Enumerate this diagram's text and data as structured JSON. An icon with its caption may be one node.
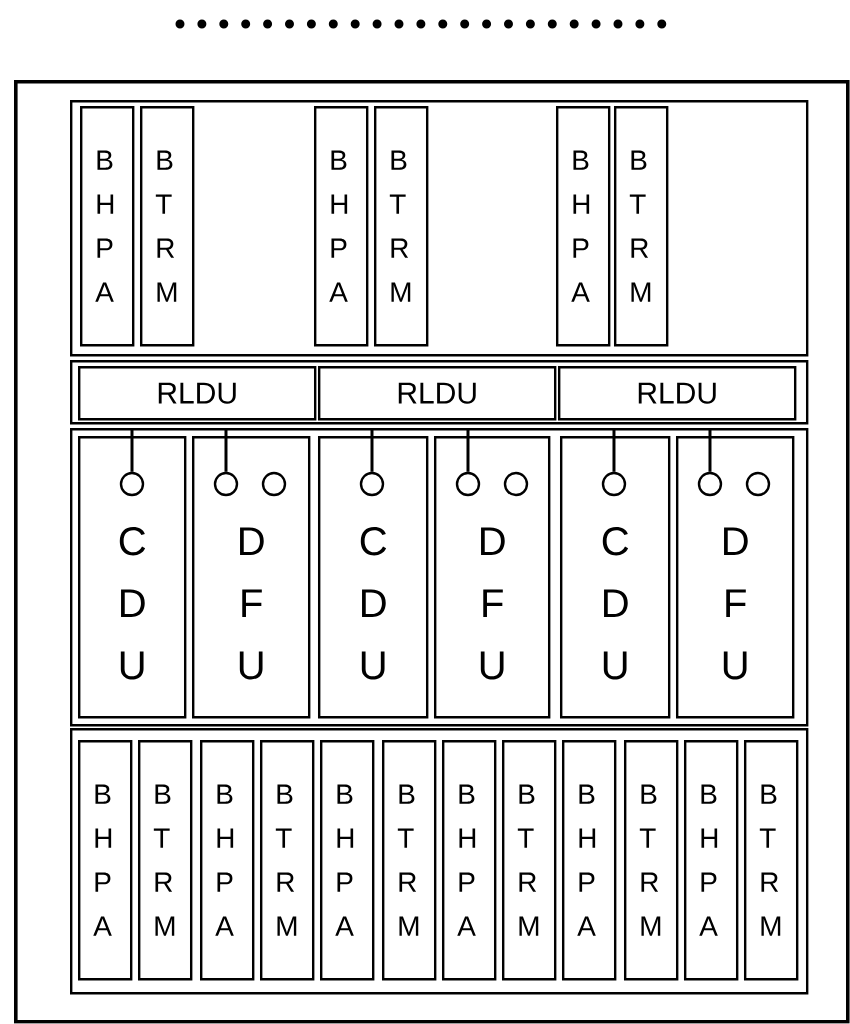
{
  "diagram": {
    "nodes": [
      {
        "text": [],
        "shape": "box"
      },
      {
        "text": [],
        "shape": "box",
        "in": 0
      },
      {
        "text": [
          "B H P A"
        ],
        "in": 1
      },
      {
        "text": [
          "B T R M"
        ],
        "in": 1
      },
      {
        "text": [
          "B H P A"
        ],
        "in": 1
      },
      {
        "text": [
          "B T R M"
        ],
        "in": 1
      },
      {
        "text": [
          "B H P A"
        ],
        "in": 1
      },
      {
        "text": [
          "B T R M"
        ],
        "in": 1
      },
      {
        "text": [],
        "shape": "box",
        "in": 0
      },
      {
        "text": [
          "RLDU"
        ],
        "in": 8
      },
      {
        "text": [
          "RLDU"
        ],
        "in": 8
      },
      {
        "text": [
          "RLDU"
        ],
        "in": 8
      },
      {
        "text": [],
        "shape": "box",
        "in": 0
      },
      {
        "text": [
          "C D U"
        ],
        "in": 12
      },
      {
        "text": [
          "D F U"
        ],
        "in": 12
      },
      {
        "text": [
          "C D U"
        ],
        "in": 12
      },
      {
        "text": [
          "D F U"
        ],
        "in": 12
      },
      {
        "text": [
          "C D U"
        ],
        "in": 12
      },
      {
        "text": [
          "D F U"
        ],
        "in": 12
      },
      {
        "text": [],
        "shape": "box",
        "in": 0
      },
      {
        "text": [
          "B H P A"
        ],
        "in": 19
      },
      {
        "text": [
          "B T R M"
        ],
        "in": 19
      },
      {
        "text": [
          "B H P A"
        ],
        "in": 19
      },
      {
        "text": [
          "B T R M"
        ],
        "in": 19
      },
      {
        "text": [
          "B H P A"
        ],
        "in": 19
      },
      {
        "text": [
          "B T R M"
        ],
        "in": 19
      },
      {
        "text": [
          "B H P A"
        ],
        "in": 19
      },
      {
        "text": [
          "B T R M"
        ],
        "in": 19
      },
      {
        "text": [
          "B H P A"
        ],
        "in": 19
      },
      {
        "text": [
          "B T R M"
        ],
        "in": 19
      },
      {
        "text": [
          "B H P A"
        ],
        "in": 19
      },
      {
        "text": [
          "B T R M"
        ],
        "in": 19
      },
      {
        "text": [],
        "shape": "circle",
        "in": 13
      },
      {
        "text": [],
        "shape": "circle",
        "in": 14
      },
      {
        "text": [],
        "shape": "circle",
        "in": 14
      },
      {
        "text": [],
        "shape": "circle",
        "in": 15
      },
      {
        "text": [],
        "shape": "circle",
        "in": 16
      },
      {
        "text": [],
        "shape": "circle",
        "in": 16
      },
      {
        "text": [],
        "shape": "circle",
        "in": 17
      },
      {
        "text": [],
        "shape": "circle",
        "in": 18
      },
      {
        "text": [],
        "shape": "circle",
        "in": 18
      }
    ],
    "edges": [
      {
        "from": 12,
        "to": 32,
        "arrow": "none"
      },
      {
        "from": 12,
        "to": 33,
        "arrow": "none"
      },
      {
        "from": 12,
        "to": 35,
        "arrow": "none"
      },
      {
        "from": 12,
        "to": 36,
        "arrow": "none"
      },
      {
        "from": 12,
        "to": 38,
        "arrow": "none"
      },
      {
        "from": 12,
        "to": 39,
        "arrow": "none"
      }
    ]
  }
}
